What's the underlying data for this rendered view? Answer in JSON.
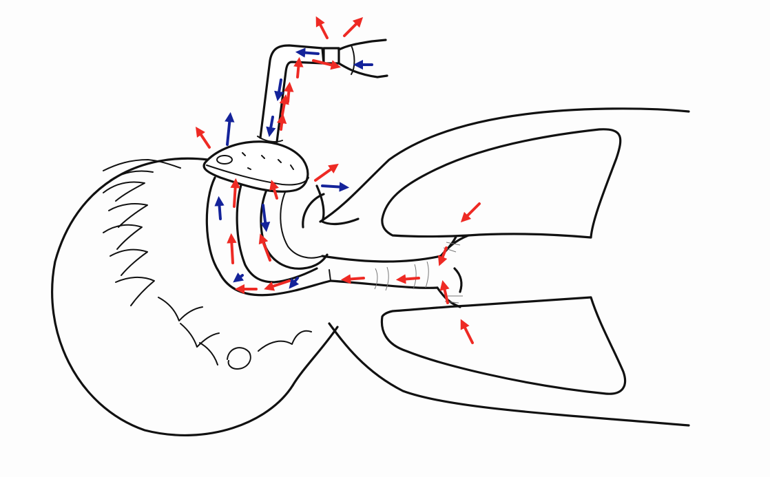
{
  "diagram": {
    "colors": {
      "outline": "#111111",
      "arrow_red": "#ee2a24",
      "arrow_blue": "#14239a",
      "background": "#fdfdfd"
    },
    "arrow_groups": [
      {
        "name": "circuit-exhaust-arrows",
        "color": "red",
        "count": 2
      },
      {
        "name": "circuit-tube-arrows",
        "color": "mixed",
        "count": 9
      },
      {
        "name": "mask-leak-arrows",
        "color": "mixed",
        "count": 4
      },
      {
        "name": "upper-airway-arrows",
        "color": "mixed",
        "count": 10
      },
      {
        "name": "trachea-arrows",
        "color": "red",
        "count": 4
      },
      {
        "name": "lung-arrows",
        "color": "red",
        "count": 2
      }
    ]
  }
}
